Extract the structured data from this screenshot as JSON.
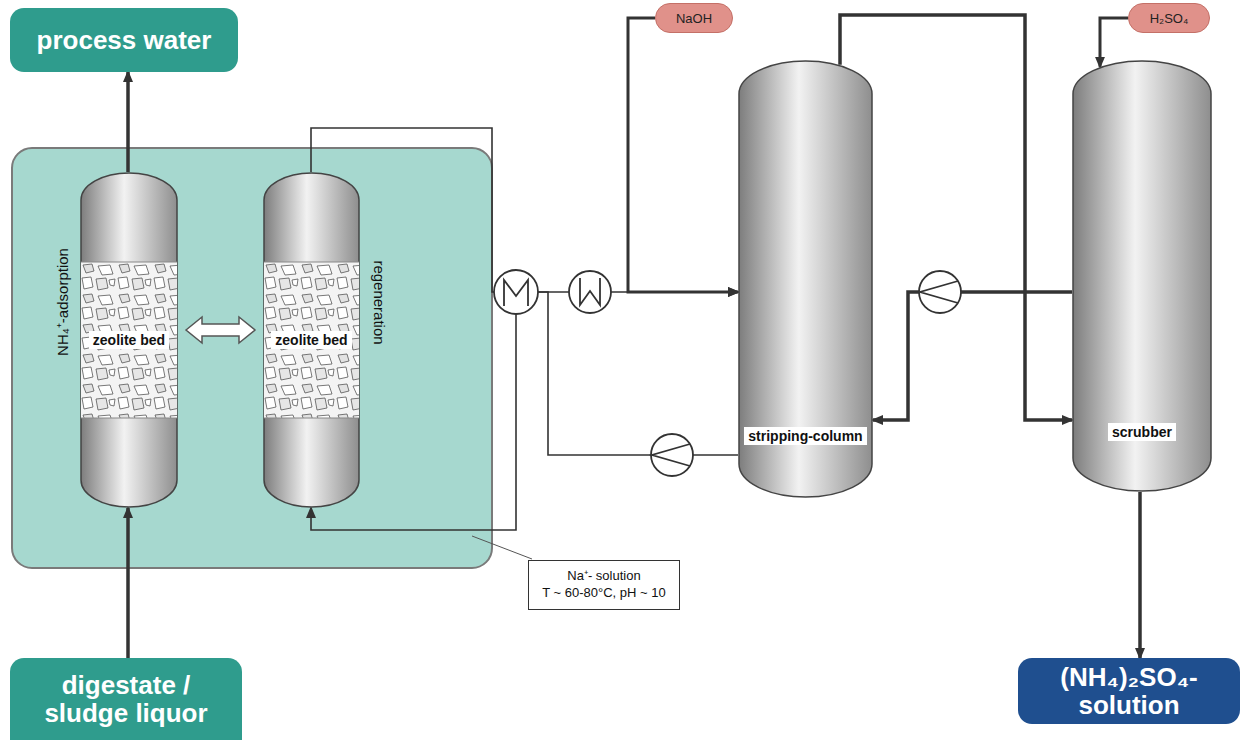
{
  "diagram": {
    "nodes": [
      {
        "text": [
          "process water"
        ]
      },
      {
        "text": [
          "NaOH"
        ]
      },
      {
        "text": [
          "H₂SO₄"
        ]
      },
      {
        "text": [
          "NH₄⁺-adsorption",
          "zeolite bed"
        ]
      },
      {
        "text": [
          "zeolite bed",
          "regeneration"
        ]
      },
      {
        "text": [
          "stripping-column"
        ]
      },
      {
        "text": [
          "scrubber"
        ]
      },
      {
        "text": [
          "Na⁺- solution",
          "T ~ 60-80°C, pH ~ 10"
        ]
      },
      {
        "text": [
          "digestate / sludge liquor"
        ]
      },
      {
        "text": [
          "(NH₄)₂SO₄-solution"
        ]
      }
    ],
    "edges": [
      {
        "from": 8,
        "to": 3,
        "arrow": "to"
      },
      {
        "from": 3,
        "to": 0,
        "arrow": "to"
      },
      {
        "from": 3,
        "to": 4,
        "arrow": "both"
      },
      {
        "from": 4,
        "to": 5,
        "arrow": "to"
      },
      {
        "from": 1,
        "to": 5,
        "arrow": "to"
      },
      {
        "from": 5,
        "to": 4,
        "arrow": "to"
      },
      {
        "from": 5,
        "to": 6,
        "arrow": "to"
      },
      {
        "from": 6,
        "to": 5,
        "arrow": "to"
      },
      {
        "from": 2,
        "to": 6,
        "arrow": "to"
      },
      {
        "from": 6,
        "to": 9,
        "arrow": "to"
      }
    ]
  }
}
